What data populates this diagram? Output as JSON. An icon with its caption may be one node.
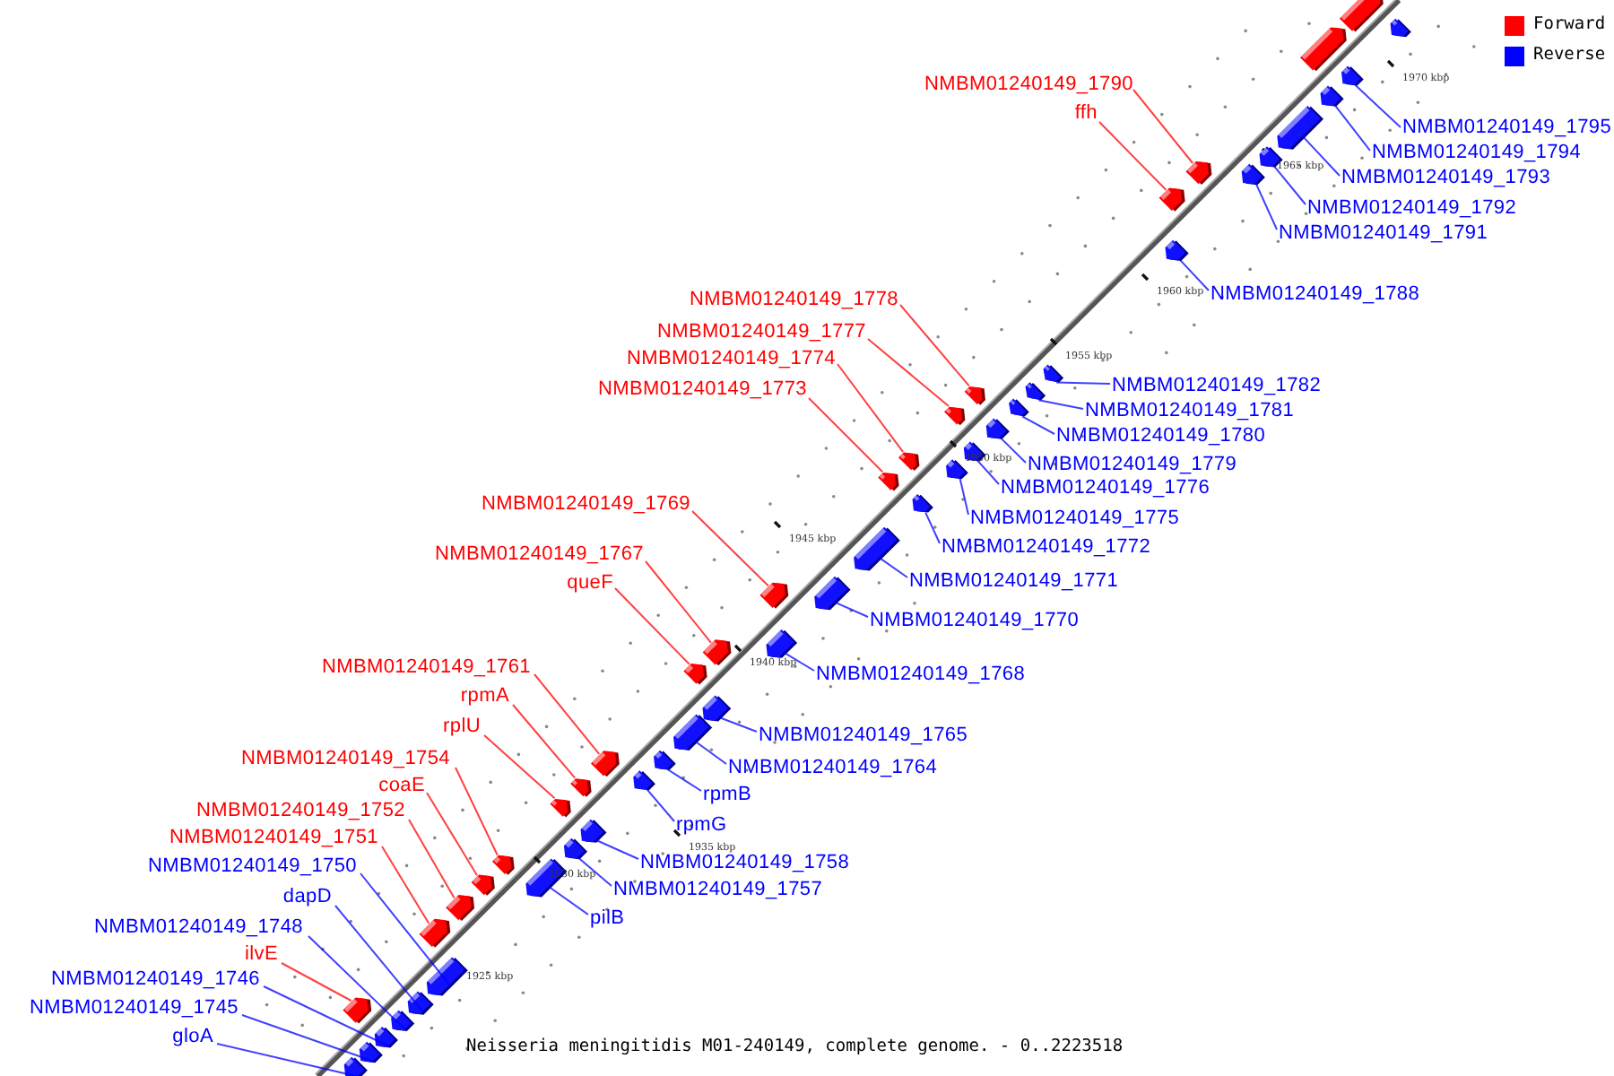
{
  "diagram": {
    "caption": "Neisseria meningitidis M01-240149, complete genome. - 0..2223518",
    "nodes": [
      {
        "text": [
          "NMBM01240149_1790"
        ]
      },
      {
        "text": [
          "ffh"
        ]
      },
      {
        "text": [
          "NMBM01240149_1795"
        ]
      },
      {
        "text": [
          "NMBM01240149_1794"
        ]
      },
      {
        "text": [
          "NMBM01240149_1793"
        ]
      },
      {
        "text": [
          "NMBM01240149_1792"
        ]
      },
      {
        "text": [
          "NMBM01240149_1791"
        ]
      },
      {
        "text": [
          "NMBM01240149_1788"
        ]
      },
      {
        "text": [
          "NMBM01240149_1778"
        ]
      },
      {
        "text": [
          "NMBM01240149_1777"
        ]
      },
      {
        "text": [
          "NMBM01240149_1774"
        ]
      },
      {
        "text": [
          "NMBM01240149_1773"
        ]
      },
      {
        "text": [
          "NMBM01240149_1782"
        ]
      },
      {
        "text": [
          "NMBM01240149_1781"
        ]
      },
      {
        "text": [
          "NMBM01240149_1780"
        ]
      },
      {
        "text": [
          "NMBM01240149_1779"
        ]
      },
      {
        "text": [
          "NMBM01240149_1776"
        ]
      },
      {
        "text": [
          "NMBM01240149_1775"
        ]
      },
      {
        "text": [
          "NMBM01240149_1772"
        ]
      },
      {
        "text": [
          "NMBM01240149_1771"
        ]
      },
      {
        "text": [
          "NMBM01240149_1770"
        ]
      },
      {
        "text": [
          "NMBM01240149_1769"
        ]
      },
      {
        "text": [
          "NMBM01240149_1767"
        ]
      },
      {
        "text": [
          "queF"
        ]
      },
      {
        "text": [
          "NMBM01240149_1761"
        ]
      },
      {
        "text": [
          "rpmA"
        ]
      },
      {
        "text": [
          "rplU"
        ]
      },
      {
        "text": [
          "NMBM01240149_1768"
        ]
      },
      {
        "text": [
          "NMBM01240149_1765"
        ]
      },
      {
        "text": [
          "NMBM01240149_1764"
        ]
      },
      {
        "text": [
          "rpmB"
        ]
      },
      {
        "text": [
          "rpmG"
        ]
      },
      {
        "text": [
          "NMBM01240149_1754"
        ]
      },
      {
        "text": [
          "coaE"
        ]
      },
      {
        "text": [
          "NMBM01240149_1752"
        ]
      },
      {
        "text": [
          "NMBM01240149_1751"
        ]
      },
      {
        "text": [
          "NMBM01240149_1758"
        ]
      },
      {
        "text": [
          "NMBM01240149_1757"
        ]
      },
      {
        "text": [
          "pilB"
        ]
      },
      {
        "text": [
          "NMBM01240149_1750"
        ]
      },
      {
        "text": [
          "dapD"
        ]
      },
      {
        "text": [
          "NMBM01240149_1748"
        ]
      },
      {
        "text": [
          "ilvE"
        ]
      },
      {
        "text": [
          "NMBM01240149_1746"
        ]
      },
      {
        "text": [
          "NMBM01240149_1745"
        ]
      },
      {
        "text": [
          "gloA"
        ]
      },
      {
        "text": [],
        "shape": "box"
      },
      {
        "text": [],
        "shape": "box"
      },
      {
        "text": [],
        "shape": "box"
      },
      {
        "text": [],
        "shape": "box"
      },
      {
        "text": [],
        "shape": "box"
      },
      {
        "text": [],
        "shape": "box"
      },
      {
        "text": [],
        "shape": "box"
      },
      {
        "text": [],
        "shape": "box"
      },
      {
        "text": [],
        "shape": "box"
      },
      {
        "text": [],
        "shape": "box"
      },
      {
        "text": [],
        "shape": "box"
      },
      {
        "text": [],
        "shape": "box"
      },
      {
        "text": [],
        "shape": "box"
      },
      {
        "text": [],
        "shape": "box"
      },
      {
        "text": [],
        "shape": "box"
      },
      {
        "text": [],
        "shape": "box"
      },
      {
        "text": [],
        "shape": "box"
      },
      {
        "text": [],
        "shape": "box"
      },
      {
        "text": [],
        "shape": "box"
      },
      {
        "text": [],
        "shape": "box"
      },
      {
        "text": [],
        "shape": "box"
      },
      {
        "text": [],
        "shape": "box"
      },
      {
        "text": [],
        "shape": "box"
      },
      {
        "text": [],
        "shape": "box"
      },
      {
        "text": [],
        "shape": "box"
      },
      {
        "text": [],
        "shape": "box"
      },
      {
        "text": [],
        "shape": "box"
      },
      {
        "text": [],
        "shape": "box"
      },
      {
        "text": [],
        "shape": "box"
      },
      {
        "text": [],
        "shape": "box"
      },
      {
        "text": [],
        "shape": "box"
      },
      {
        "text": [],
        "shape": "box"
      },
      {
        "text": [],
        "shape": "box"
      },
      {
        "text": [],
        "shape": "box"
      },
      {
        "text": [],
        "shape": "box"
      },
      {
        "text": [],
        "shape": "box"
      },
      {
        "text": [],
        "shape": "box"
      },
      {
        "text": [],
        "shape": "box"
      },
      {
        "text": [],
        "shape": "box"
      },
      {
        "text": [],
        "shape": "box"
      },
      {
        "text": [],
        "shape": "box"
      },
      {
        "text": [],
        "shape": "box"
      },
      {
        "text": [],
        "shape": "box"
      },
      {
        "text": [],
        "shape": "box"
      },
      {
        "text": [],
        "shape": "box"
      },
      {
        "text": [],
        "shape": "box"
      },
      {
        "text": [],
        "shape": "box"
      },
      {
        "text": [],
        "shape": "box"
      },
      {
        "text": [],
        "shape": "box"
      }
    ],
    "edges": [
      {
        "from": 0,
        "to": 46,
        "arrow": "none",
        "color": "#ff0000"
      },
      {
        "from": 1,
        "to": 47,
        "arrow": "none",
        "color": "#ff0000"
      },
      {
        "from": 2,
        "to": 48,
        "arrow": "none"
      },
      {
        "from": 3,
        "to": 49,
        "arrow": "none"
      },
      {
        "from": 4,
        "to": 50,
        "arrow": "none"
      },
      {
        "from": 5,
        "to": 51,
        "arrow": "none"
      },
      {
        "from": 6,
        "to": 52,
        "arrow": "none"
      },
      {
        "from": 7,
        "to": 53,
        "arrow": "none"
      },
      {
        "from": 8,
        "to": 54,
        "arrow": "none",
        "color": "#ff0000"
      },
      {
        "from": 9,
        "to": 55,
        "arrow": "none",
        "color": "#ff0000"
      },
      {
        "from": 10,
        "to": 56,
        "arrow": "none",
        "color": "#ff0000"
      },
      {
        "from": 11,
        "to": 57,
        "arrow": "none",
        "color": "#ff0000"
      },
      {
        "from": 12,
        "to": 58,
        "arrow": "none"
      },
      {
        "from": 13,
        "to": 59,
        "arrow": "none"
      },
      {
        "from": 14,
        "to": 60,
        "arrow": "none"
      },
      {
        "from": 15,
        "to": 61,
        "arrow": "none"
      },
      {
        "from": 16,
        "to": 62,
        "arrow": "none"
      },
      {
        "from": 17,
        "to": 63,
        "arrow": "none"
      },
      {
        "from": 18,
        "to": 64,
        "arrow": "none"
      },
      {
        "from": 19,
        "to": 65,
        "arrow": "none"
      },
      {
        "from": 20,
        "to": 66,
        "arrow": "none"
      },
      {
        "from": 21,
        "to": 67,
        "arrow": "none",
        "color": "#ff0000"
      },
      {
        "from": 22,
        "to": 68,
        "arrow": "none",
        "color": "#ff0000"
      },
      {
        "from": 23,
        "to": 69,
        "arrow": "none",
        "color": "#ff0000"
      },
      {
        "from": 24,
        "to": 70,
        "arrow": "none",
        "color": "#ff0000"
      },
      {
        "from": 25,
        "to": 71,
        "arrow": "none",
        "color": "#ff0000"
      },
      {
        "from": 26,
        "to": 72,
        "arrow": "none",
        "color": "#ff0000"
      },
      {
        "from": 27,
        "to": 73,
        "arrow": "none"
      },
      {
        "from": 28,
        "to": 74,
        "arrow": "none"
      },
      {
        "from": 29,
        "to": 75,
        "arrow": "none"
      },
      {
        "from": 30,
        "to": 76,
        "arrow": "none"
      },
      {
        "from": 31,
        "to": 77,
        "arrow": "none"
      },
      {
        "from": 32,
        "to": 78,
        "arrow": "none",
        "color": "#ff0000"
      },
      {
        "from": 33,
        "to": 79,
        "arrow": "none",
        "color": "#ff0000"
      },
      {
        "from": 34,
        "to": 80,
        "arrow": "none",
        "color": "#ff0000"
      },
      {
        "from": 35,
        "to": 81,
        "arrow": "none",
        "color": "#ff0000"
      },
      {
        "from": 36,
        "to": 82,
        "arrow": "none"
      },
      {
        "from": 37,
        "to": 83,
        "arrow": "none"
      },
      {
        "from": 38,
        "to": 84,
        "arrow": "none"
      },
      {
        "from": 39,
        "to": 85,
        "arrow": "none"
      },
      {
        "from": 40,
        "to": 86,
        "arrow": "none"
      },
      {
        "from": 41,
        "to": 87,
        "arrow": "none"
      },
      {
        "from": 42,
        "to": 88,
        "arrow": "none",
        "color": "#ff0000"
      },
      {
        "from": 43,
        "to": 89,
        "arrow": "none"
      },
      {
        "from": 44,
        "to": 90,
        "arrow": "none"
      },
      {
        "from": 45,
        "to": 91,
        "arrow": "none"
      }
    ],
    "labels": [
      "1970 kbp",
      "1965 kbp",
      "1960 kbp",
      "1955 kbp",
      "1950 kbp",
      "1945 kbp",
      "1940 kbp",
      "1935 kbp",
      "1930 kbp",
      "1925 kbp"
    ],
    "legend": [
      {
        "text": "Forward",
        "color": "#ff0000"
      },
      {
        "text": "Reverse",
        "color": "#0000ff"
      }
    ]
  }
}
